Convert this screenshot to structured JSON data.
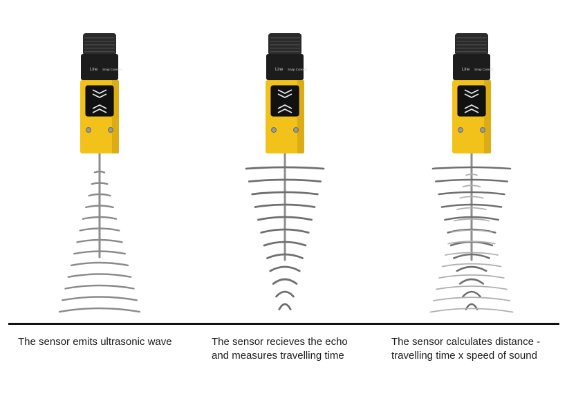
{
  "colors": {
    "housing": "#f2c21a",
    "housing_dark": "#c89a10",
    "cap": "#2a2a2a",
    "face": "#111111",
    "probe": "#8d8d8d",
    "wave": "#8a8a8a",
    "divider": "#111111"
  },
  "sensor_labels": {
    "brand": "Line",
    "connector": "Snap Connect"
  },
  "panels": [
    {
      "key": "emit",
      "caption": [
        "The sensor emits ultrasonic wave"
      ],
      "waves": "outgoing"
    },
    {
      "key": "receive",
      "caption": [
        "The sensor recieves the echo",
        "and measures travelling time"
      ],
      "waves": "echo"
    },
    {
      "key": "calculate",
      "caption": [
        "The sensor calculates distance -",
        "travelling time x speed of sound"
      ],
      "waves": "both"
    }
  ]
}
